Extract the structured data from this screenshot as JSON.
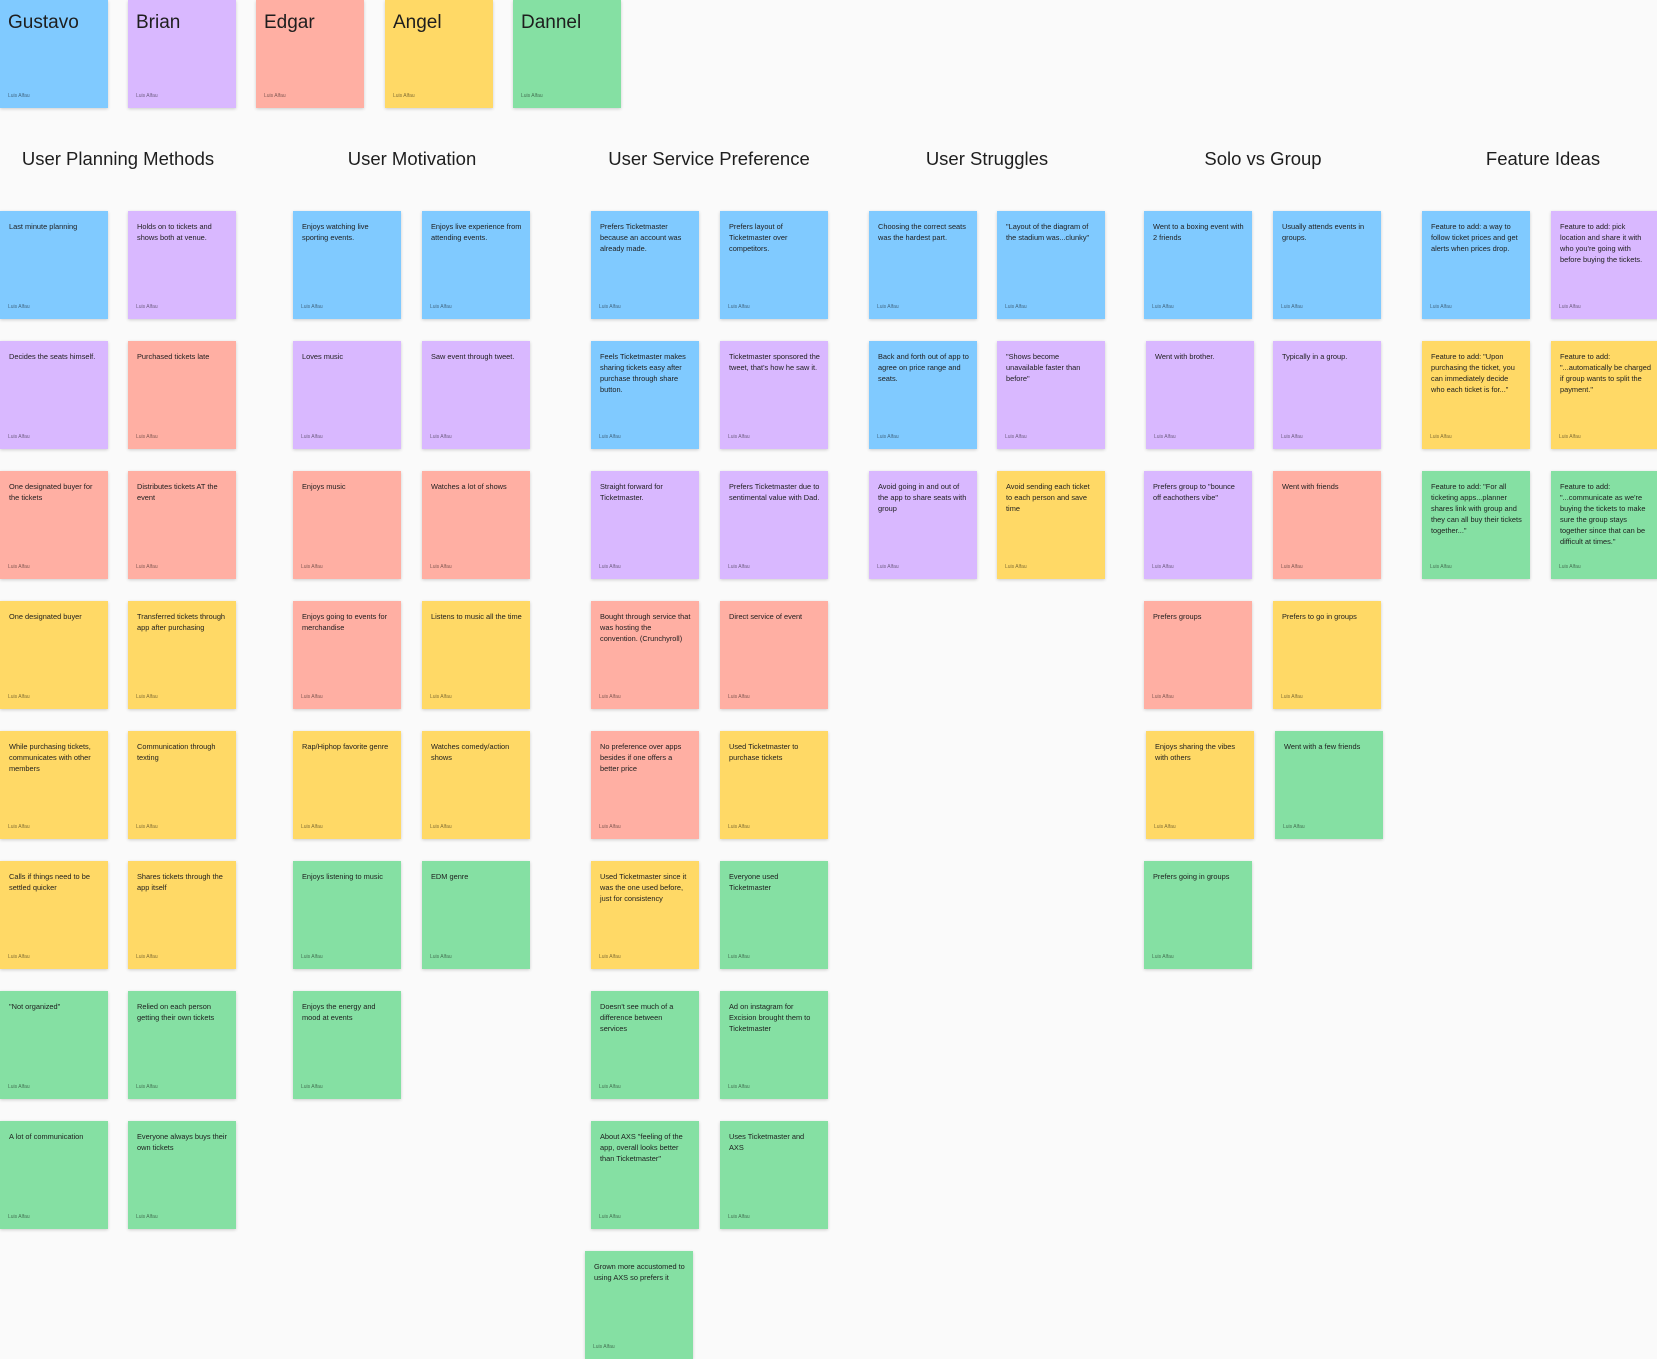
{
  "colors": {
    "blue": "#80caff",
    "purple": "#d9b8ff",
    "red": "#ffafa3",
    "yellow": "#ffd966",
    "green": "#85e0a3"
  },
  "author": "Luis Alfau",
  "personas": [
    {
      "name": "Gustavo",
      "color": "blue"
    },
    {
      "name": "Brian",
      "color": "purple"
    },
    {
      "name": "Edgar",
      "color": "red"
    },
    {
      "name": "Angel",
      "color": "yellow"
    },
    {
      "name": "Dannel",
      "color": "green"
    }
  ],
  "sections": [
    {
      "title": "User Planning Methods",
      "notes": [
        {
          "text": "Last minute planning",
          "color": "blue"
        },
        {
          "text": "Holds on to tickets and shows both at venue.",
          "color": "purple"
        },
        {
          "text": "Decides the seats himself.",
          "color": "purple"
        },
        {
          "text": "Purchased tickets late",
          "color": "red"
        },
        {
          "text": "One designated buyer for the tickets",
          "color": "red"
        },
        {
          "text": "Distributes tickets AT the event",
          "color": "red"
        },
        {
          "text": "One designated buyer",
          "color": "yellow"
        },
        {
          "text": "Transferred tickets through app after purchasing",
          "color": "yellow"
        },
        {
          "text": "While purchasing tickets, communicates with other members",
          "color": "yellow"
        },
        {
          "text": "Communication through texting",
          "color": "yellow"
        },
        {
          "text": "Calls if things need to be settled quicker",
          "color": "yellow"
        },
        {
          "text": "Shares tickets through the app itself",
          "color": "yellow"
        },
        {
          "text": "\"Not organized\"",
          "color": "green"
        },
        {
          "text": "Relied on each person getting their own tickets",
          "color": "green"
        },
        {
          "text": "A lot of communication",
          "color": "green"
        },
        {
          "text": "Everyone always buys their own tickets",
          "color": "green"
        }
      ]
    },
    {
      "title": "User Motivation",
      "notes": [
        {
          "text": "Enjoys watching live sporting events.",
          "color": "blue"
        },
        {
          "text": "Enjoys live experience from attending events.",
          "color": "blue"
        },
        {
          "text": "Loves music",
          "color": "purple"
        },
        {
          "text": "Saw event through tweet.",
          "color": "purple"
        },
        {
          "text": "Enjoys music",
          "color": "red"
        },
        {
          "text": "Watches a lot of shows",
          "color": "red"
        },
        {
          "text": "Enjoys going to events for merchandise",
          "color": "red"
        },
        {
          "text": "Listens to music all the time",
          "color": "yellow"
        },
        {
          "text": "Rap/Hiphop favorite genre",
          "color": "yellow"
        },
        {
          "text": "Watches comedy/action shows",
          "color": "yellow"
        },
        {
          "text": "Enjoys listening to music",
          "color": "green"
        },
        {
          "text": "EDM genre",
          "color": "green"
        },
        {
          "text": "Enjoys the energy and mood at events",
          "color": "green"
        }
      ]
    },
    {
      "title": "User Service Preference",
      "notes": [
        {
          "text": "Prefers Ticketmaster because an account was already made.",
          "color": "blue"
        },
        {
          "text": "Prefers layout of Ticketmaster over competitors.",
          "color": "blue"
        },
        {
          "text": "Feels Ticketmaster makes sharing tickets easy after purchase through share button.",
          "color": "blue"
        },
        {
          "text": "Ticketmaster sponsored the tweet, that's how he saw it.",
          "color": "purple"
        },
        {
          "text": "Straight forward for Ticketmaster.",
          "color": "purple"
        },
        {
          "text": "Prefers Ticketmaster due to sentimental value with Dad.",
          "color": "purple"
        },
        {
          "text": "Bought through service that was hosting the convention. (Crunchyroll)",
          "color": "red"
        },
        {
          "text": "Direct service of event",
          "color": "red"
        },
        {
          "text": "No preference over apps besides if one offers a better price",
          "color": "red"
        },
        {
          "text": "Used Ticketmaster to purchase tickets",
          "color": "yellow"
        },
        {
          "text": "Used Ticketmaster since it was the one used before, just for consistency",
          "color": "yellow"
        },
        {
          "text": "Everyone used Ticketmaster",
          "color": "green"
        },
        {
          "text": "Doesn't see much of a difference between services",
          "color": "green"
        },
        {
          "text": "Ad on instagram for Excision brought them to Ticketmaster",
          "color": "green"
        },
        {
          "text": "About AXS \"feeling of the app, overall looks better than Ticketmaster\"",
          "color": "green"
        },
        {
          "text": "Uses Ticketmaster and AXS",
          "color": "green"
        },
        {
          "text": "Grown more accustomed to using AXS so prefers it",
          "color": "green"
        }
      ]
    },
    {
      "title": "User Struggles",
      "notes": [
        {
          "text": "Choosing the correct seats was the hardest part.",
          "color": "blue"
        },
        {
          "text": "\"Layout of the diagram of the stadium was...clunky\"",
          "color": "blue"
        },
        {
          "text": "Back and forth out of app to agree on price range and seats.",
          "color": "blue"
        },
        {
          "text": "\"Shows become unavailable faster than before\"",
          "color": "purple"
        },
        {
          "text": "Avoid going in and out of the app to share seats with group",
          "color": "purple"
        },
        {
          "text": "Avoid sending each ticket to each person and save time",
          "color": "yellow"
        }
      ]
    },
    {
      "title": "Solo vs Group",
      "notes": [
        {
          "text": "Went to a boxing event with 2 friends",
          "color": "blue"
        },
        {
          "text": "Usually attends events in groups.",
          "color": "blue"
        },
        {
          "text": "Went with brother.",
          "color": "purple"
        },
        {
          "text": "Typically in a group.",
          "color": "purple"
        },
        {
          "text": "Prefers group to \"bounce off eachothers vibe\"",
          "color": "purple"
        },
        {
          "text": "Went with friends",
          "color": "red"
        },
        {
          "text": "Prefers groups",
          "color": "red"
        },
        {
          "text": "Prefers to go in groups",
          "color": "yellow"
        },
        {
          "text": "Enjoys sharing the vibes with others",
          "color": "yellow"
        },
        {
          "text": "Went with a few friends",
          "color": "green"
        },
        {
          "text": "Prefers going in groups",
          "color": "green"
        }
      ]
    },
    {
      "title": "Feature Ideas",
      "notes": [
        {
          "text": "Feature to add: a way to follow ticket prices and get alerts when prices drop.",
          "color": "blue"
        },
        {
          "text": "Feature to add: pick location and share it with who you're going with before buying the tickets.",
          "color": "purple"
        },
        {
          "text": "Feature to add: \"Upon purchasing the ticket, you can immediately decide who each ticket is for...\"",
          "color": "yellow"
        },
        {
          "text": "Feature to add: \"...automatically be charged if group wants to split the payment.\"",
          "color": "yellow"
        },
        {
          "text": "Feature to add: \"For all ticketing apps...planner shares link with group and they can all buy their tickets together...\"",
          "color": "green"
        },
        {
          "text": "Feature to add: \"...communicate as we're buying the tickets to make sure the group stays together since that can be difficult at times.\"",
          "color": "green"
        }
      ]
    }
  ]
}
